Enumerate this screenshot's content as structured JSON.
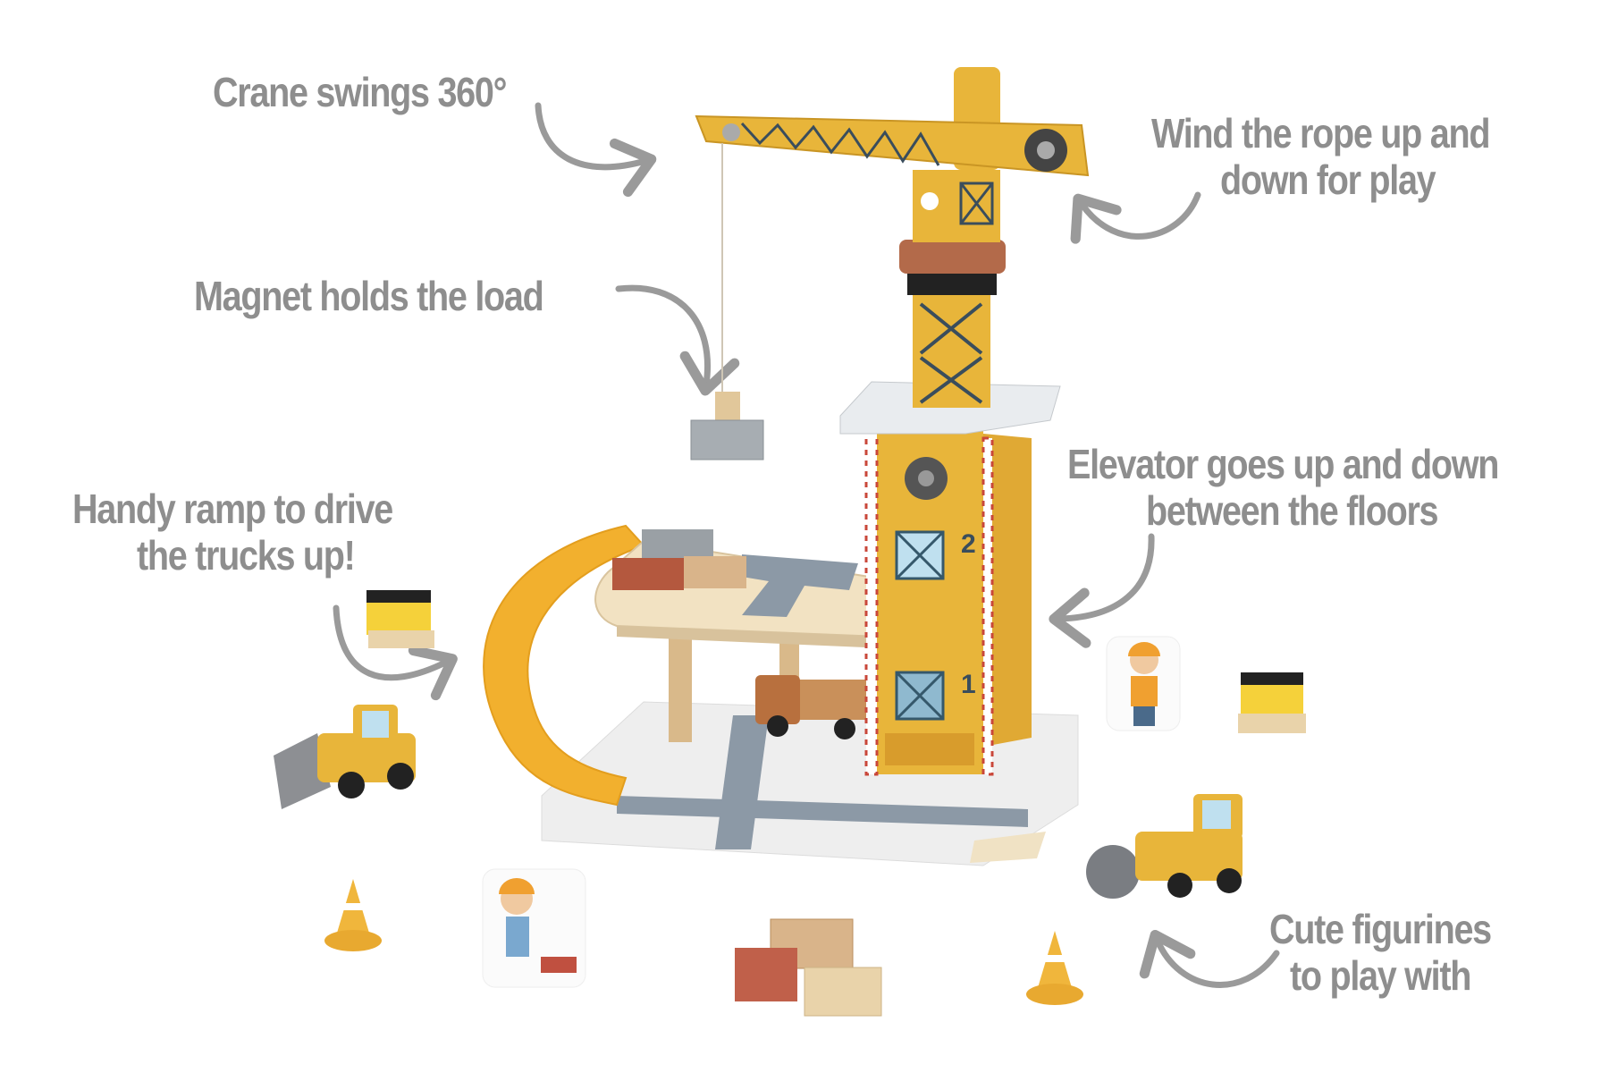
{
  "annotations": {
    "crane": "Crane swings 360°",
    "rope_line1": "Wind the rope up and",
    "rope_line2": "down for play",
    "magnet": "Magnet holds the load",
    "ramp_line1": "Handy ramp to drive",
    "ramp_line2": "the trucks up!",
    "elevator_line1": "Elevator goes up and down",
    "elevator_line2": "between the floors",
    "figurines_line1": "Cute figurines",
    "figurines_line2": "to play with"
  },
  "toy_markings": {
    "floor_2": "2",
    "floor_1": "1"
  },
  "colors": {
    "text": "#8e8e8e",
    "toy_yellow": "#e8b53a",
    "ramp_yellow": "#f2b02e",
    "wood": "#e9d3aa",
    "road": "#8c99a6"
  }
}
